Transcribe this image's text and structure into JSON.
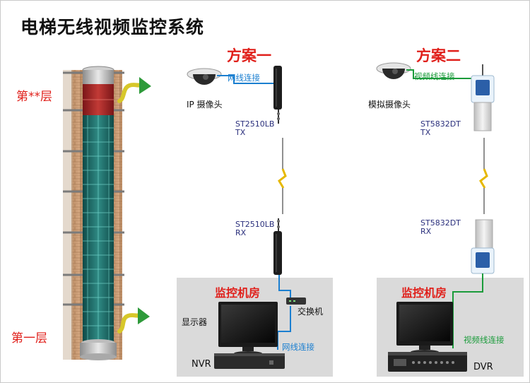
{
  "title": "电梯无线视频监控系统",
  "floors": {
    "top": "第**层",
    "bottom": "第一层"
  },
  "plan1": {
    "title": "方案一",
    "camera_label": "IP 摄像头",
    "cable_top": "网线连接",
    "tx_model": "ST2510LB",
    "tx_role": "TX",
    "rx_model": "ST2510LB",
    "rx_role": "RX",
    "room_title": "监控机房",
    "monitor_label": "显示器",
    "switch_label": "交换机",
    "recorder_label": "NVR",
    "cable_bottom": "网线连接"
  },
  "plan2": {
    "title": "方案二",
    "camera_label": "模拟摄像头",
    "cable_top": "视频线连接",
    "tx_model": "ST5832DT",
    "tx_role": "TX",
    "rx_model": "ST5832DT",
    "rx_role": "RX",
    "room_title": "监控机房",
    "cable_bottom": "视频线连接",
    "recorder_label": "DVR"
  },
  "colors": {
    "accent_red": "#e0201b",
    "network_cable": "#1b7fd0",
    "video_cable": "#1a9b3a",
    "wireless_link": "#e6b800",
    "room_bg": "#dadada"
  },
  "icons": [
    "dome-camera-icon",
    "wireless-bridge-icon",
    "outdoor-transmitter-icon",
    "lightning-link-icon",
    "monitor-icon",
    "switch-icon",
    "nvr-icon",
    "dvr-icon",
    "arrow-icon"
  ]
}
